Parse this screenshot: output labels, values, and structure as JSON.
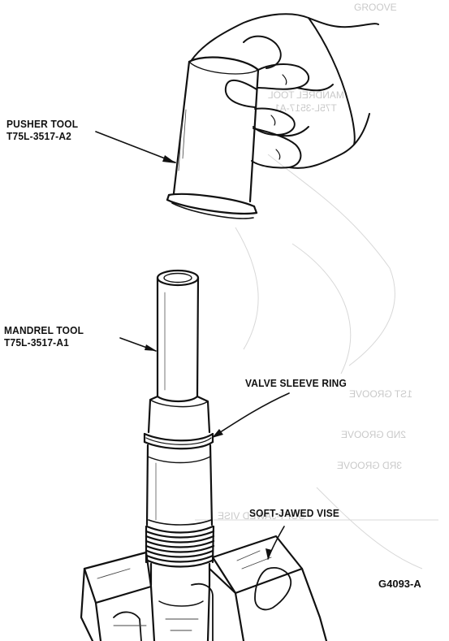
{
  "labels": {
    "pusher_tool": {
      "line1": "PUSHER TOOL",
      "line2": "T75L-3517-A2"
    },
    "mandrel_tool": {
      "line1": "MANDREL TOOL",
      "line2": "T75L-3517-A1"
    },
    "valve_sleeve_ring": "VALVE SLEEVE RING",
    "soft_jawed_vise": "SOFT-JAWED VISE",
    "figure_id": "G4093-A"
  },
  "bleed_through": {
    "text_1": "GROOVE",
    "text_2": "MANDREL TOOL",
    "text_3": "T75L-3517-A1",
    "text_4": "SOFT-JAWED VISE",
    "text_5": "3RD GROOVE",
    "text_6": "2ND GROOVE",
    "text_7": "1ST GROOVE"
  },
  "colors": {
    "ink": "#111111",
    "paper": "#ffffff",
    "bleed": "#c9c9c9"
  }
}
